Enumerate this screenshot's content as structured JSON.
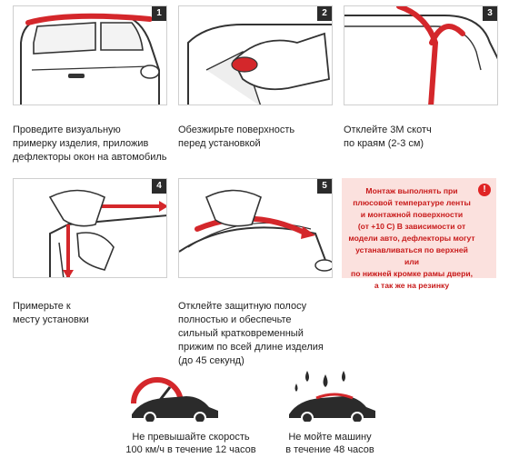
{
  "steps": [
    {
      "number": "1",
      "caption_lines": [
        "Проведите визуальную",
        "примерку изделия, приложив",
        "дефлекторы окон на автомобиль"
      ]
    },
    {
      "number": "2",
      "caption_lines": [
        "Обезжирьте поверхность",
        "перед установкой"
      ]
    },
    {
      "number": "3",
      "caption_lines": [
        "Отклейте 3М скотч",
        "по краям (2-3 см)"
      ]
    },
    {
      "number": "4",
      "caption_lines": [
        "Примерьте к",
        "месту установки"
      ]
    },
    {
      "number": "5",
      "caption_lines": [
        "Отклейте защитную полосу",
        "полностью и обеспечьте",
        "сильный кратковременный",
        "прижим по всей  длине изделия",
        "(до 45 секунд)"
      ]
    }
  ],
  "warning": {
    "icon": "!",
    "lines": [
      "Монтаж выполнять при",
      "плюсовой температуре ленты",
      "и монтажной поверхности",
      "(от +10 С) В зависимости от",
      "модели авто, дефлекторы могут",
      "устанавливаться по верхней или",
      "по нижней кромке рамы двери,",
      "а так же на резинку"
    ]
  },
  "bottom": [
    {
      "icon": "speedometer-car-icon",
      "lines": [
        "Не превышайте скорость",
        "100 км/ч в течение 12 часов"
      ]
    },
    {
      "icon": "raindrops-car-icon",
      "lines": [
        "Не мойте машину",
        "в течение 48 часов"
      ]
    }
  ],
  "colors": {
    "accent": "#d4272b",
    "dark": "#2b2b2b",
    "warning_bg": "#fbe1de"
  }
}
